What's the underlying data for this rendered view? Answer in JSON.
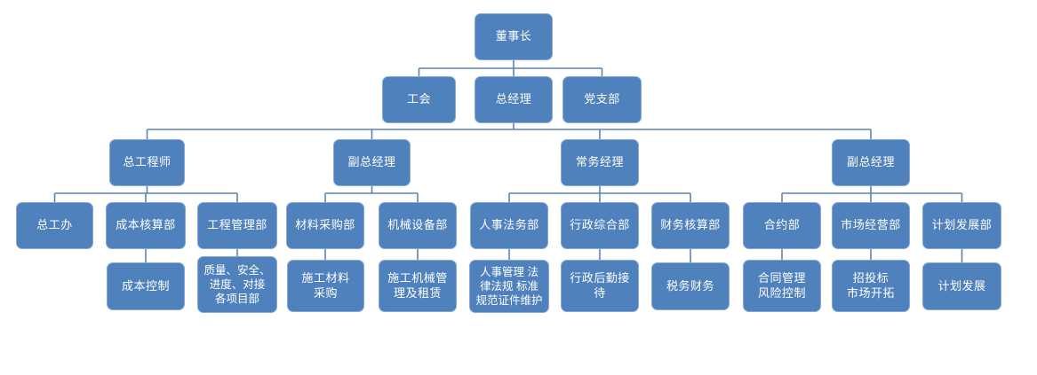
{
  "diagram": {
    "kind": "org-chart",
    "background_color": "#ffffff",
    "node_fill_color": "#4f81bd",
    "node_border_color": "#87a9d5",
    "node_text_color": "#ffffff",
    "connector_color": "#5b83b0"
  },
  "nodes": {
    "chairman": "董事长",
    "labor_union": "工会",
    "general_manager": "总经理",
    "party_branch": "党支部",
    "chief_engineer": "总工程师",
    "deputy_gm_1": "副总经理",
    "executive_manager": "常务经理",
    "deputy_gm_2": "副总经理",
    "chief_engineer_office": "总工办",
    "cost_accounting": "成本核算部",
    "engineering_mgmt": "工程管理部",
    "material_purchasing": "材料采购部",
    "machinery_equipment": "机械设备部",
    "hr_legal": "人事法务部",
    "admin_general": "行政综合部",
    "finance_accounting": "财务核算部",
    "contract": "合约部",
    "market_operation": "市场经营部",
    "planning_dev": "计划发展部",
    "cost_control": "成本控制",
    "quality_safety": "质量、安全、\n进度、对接\n各项目部",
    "construction_material": "施工材料\n采购",
    "construction_machinery": "施工机械管\n理及租赁",
    "hr_legal_duties": "人事管理 法\n律法规 标准\n规范证件维护",
    "admin_logistics": "行政后勤接\n待",
    "tax_finance": "税务财务",
    "contract_risk": "合同管理\n风险控制",
    "bidding_market": "招投标\n市场开拓",
    "planning_dev_duty": "计划发展"
  },
  "edges": [
    [
      "chairman",
      "labor_union"
    ],
    [
      "chairman",
      "general_manager"
    ],
    [
      "chairman",
      "party_branch"
    ],
    [
      "general_manager",
      "chief_engineer"
    ],
    [
      "general_manager",
      "deputy_gm_1"
    ],
    [
      "general_manager",
      "executive_manager"
    ],
    [
      "general_manager",
      "deputy_gm_2"
    ],
    [
      "chief_engineer",
      "chief_engineer_office"
    ],
    [
      "chief_engineer",
      "cost_accounting"
    ],
    [
      "chief_engineer",
      "engineering_mgmt"
    ],
    [
      "deputy_gm_1",
      "material_purchasing"
    ],
    [
      "deputy_gm_1",
      "machinery_equipment"
    ],
    [
      "executive_manager",
      "hr_legal"
    ],
    [
      "executive_manager",
      "admin_general"
    ],
    [
      "executive_manager",
      "finance_accounting"
    ],
    [
      "deputy_gm_2",
      "contract"
    ],
    [
      "deputy_gm_2",
      "market_operation"
    ],
    [
      "deputy_gm_2",
      "planning_dev"
    ],
    [
      "cost_accounting",
      "cost_control"
    ],
    [
      "engineering_mgmt",
      "quality_safety"
    ],
    [
      "material_purchasing",
      "construction_material"
    ],
    [
      "machinery_equipment",
      "construction_machinery"
    ],
    [
      "hr_legal",
      "hr_legal_duties"
    ],
    [
      "admin_general",
      "admin_logistics"
    ],
    [
      "finance_accounting",
      "tax_finance"
    ],
    [
      "contract",
      "contract_risk"
    ],
    [
      "market_operation",
      "bidding_market"
    ],
    [
      "planning_dev",
      "planning_dev_duty"
    ]
  ]
}
